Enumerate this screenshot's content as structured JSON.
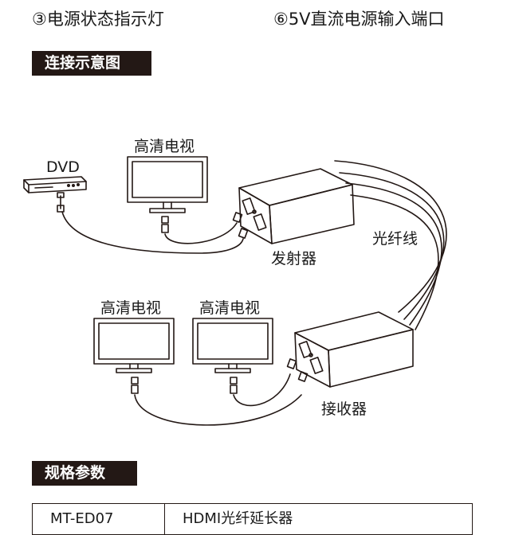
{
  "legend": {
    "item_left": "③电源状态指示灯",
    "item_right": "⑥5V直流电源输入端口"
  },
  "sections": {
    "connection": "连接示意图",
    "specs": "规格参数"
  },
  "diagram": {
    "dvd_label": "DVD",
    "tv_top_label": "高清电视",
    "fiber_label": "光纤线",
    "transmitter_label": "发射器",
    "tv_left_label": "高清电视",
    "tv_right_label": "高清电视",
    "receiver_label": "接收器"
  },
  "spec_table": {
    "model": "MT-ED07",
    "product": "HDMI光纤延长器"
  }
}
